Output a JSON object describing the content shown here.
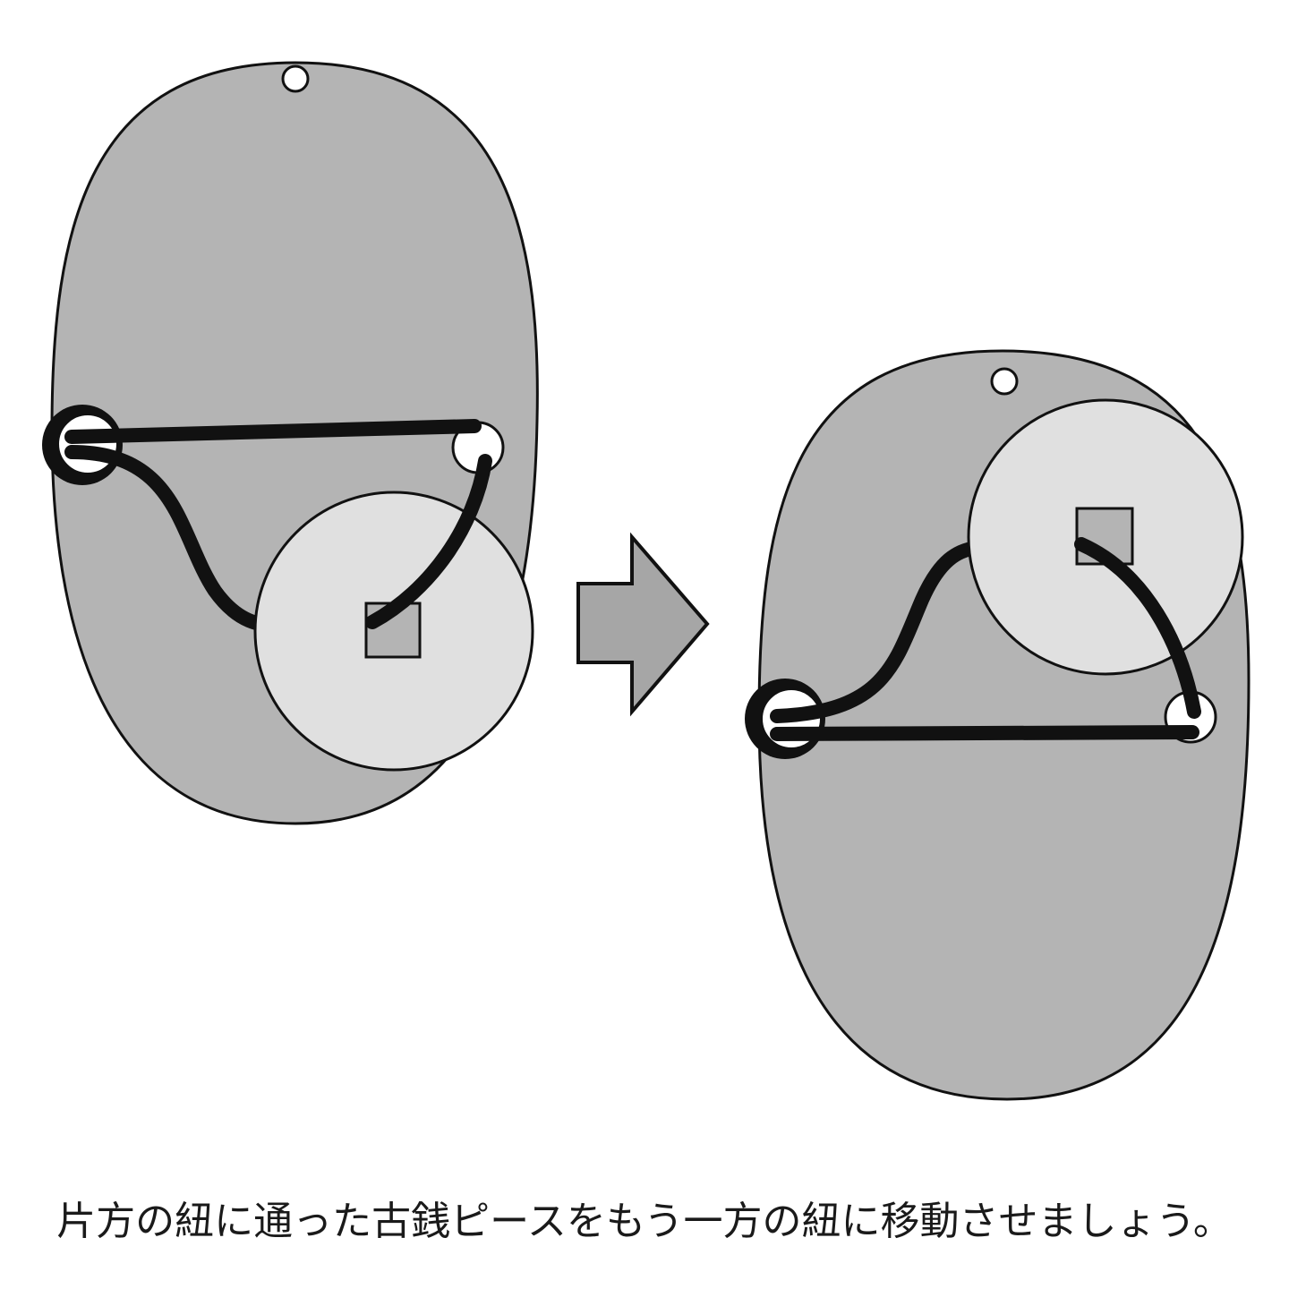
{
  "caption": "片方の紐に通った古銭ピースをもう一方の紐に移動させましょう。",
  "colors": {
    "board": "#b4b4b4",
    "coin": "#e0e0e0",
    "coin_hole": "#b4b4b4",
    "string": "#111111",
    "hole": "#ffffff",
    "arrow": "#a6a6a6",
    "outline": "#111111"
  },
  "panels": [
    {
      "name": "before",
      "state": "coin on lower string"
    },
    {
      "name": "after",
      "state": "coin moved to upper string"
    }
  ]
}
